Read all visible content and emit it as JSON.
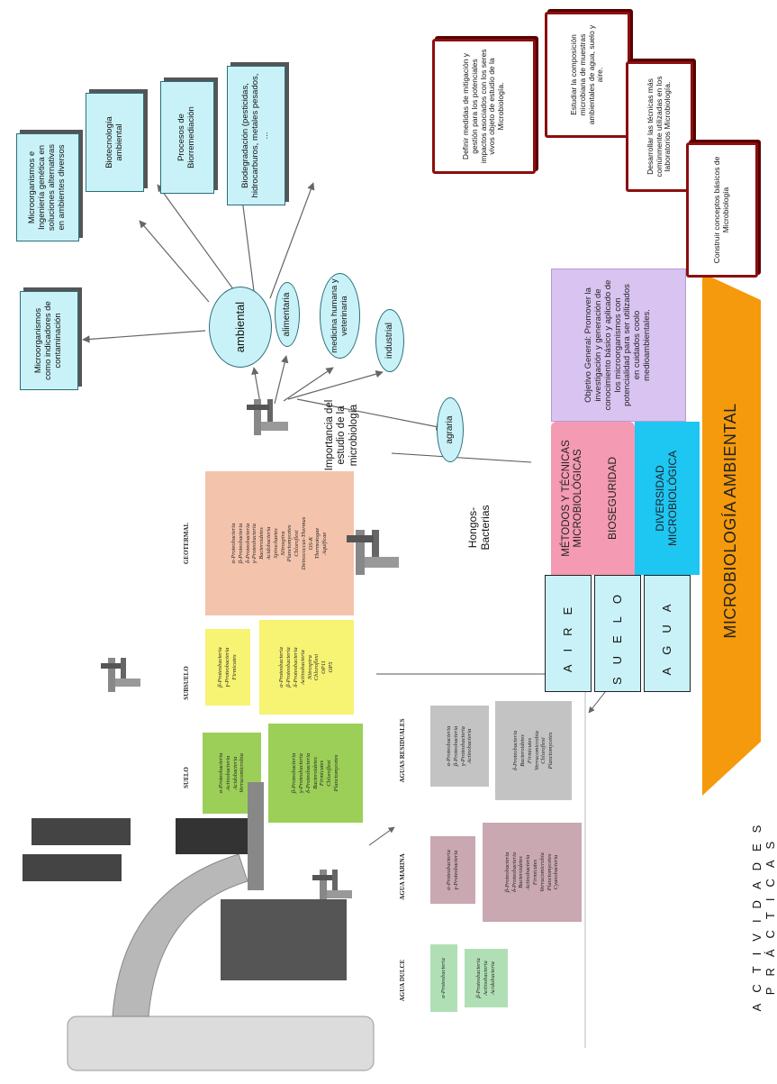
{
  "title": "MICROBIOLOGÍA AMBIENTAL",
  "center": {
    "objetivo": "Objetivo General: Promover la investigación y generación de conocimiento básico y aplicado de los microorganismos con potencialidad para ser utilizados en cuidados coolo medioambientales.",
    "metodos": "MÉTODOS Y TÉCNICAS MICROBIOLÓGICAS",
    "bioseguridad": "BIOSEGURIDAD",
    "diversidad": "DIVERSIDAD MICROBIOLÓGICA"
  },
  "objectives": [
    "Definir medidas de mitigación y gestión para los potenciales impactos asociados con los seres vivos objeto de estudio de la Microbiología.",
    "Estudiar la composición microbiana de muestras ambientales de agua, suelo y aire.",
    "Desarrollar las técnicas más comúnmente utilizadas en los laboratorios Microbiología.",
    "Construir conceptos básicos de Microbiología"
  ],
  "ambientes": [
    "AIRE",
    "SUELO",
    "AGUA"
  ],
  "importancia": "Importancia del estudio de la microbiología",
  "hongos": "Hongos-Bacterias",
  "areas": {
    "ambiental": "ambiental",
    "alimentaria": "alimentaria",
    "medicina": "medicina humana y veterinaria",
    "industrial": "industrial",
    "agraria": "agraria"
  },
  "ambiental_items": [
    "Microorganismos como indicadores de contaminación",
    "Microorganismos e Ingeniería genética en soluciones alternativas en ambientes diversos",
    "Biotecnología ambiental",
    "Procesos de Biorremediación",
    "Biodegradación (pesticidas, hidrocarburos, metales pesados, ..."
  ],
  "soil_groups": [
    {
      "header": "GEOTERMAL",
      "color": "#f3c3ac",
      "col1": [
        "α-Proteobacteria",
        "β-Proteobacteria",
        "δ-Proteobacteria",
        "γ-Proteobacteria",
        "Bacteroidetes",
        "Acidobacteria",
        "Spirochaetes",
        "Nitrospira",
        "Planctomycetes",
        "Chloroflexi",
        "Deinococcus-Thermus",
        "OS-K",
        "Thermotogae",
        "Aquificae"
      ],
      "col2": []
    },
    {
      "header": "SUBSUELO",
      "color": "#f7f373",
      "col1": [
        "β-Proteobacteria",
        "γ-Proteobacteria",
        "Firmicutes"
      ],
      "col2": [
        "α-Proteobacteria",
        "β-Proteobacteria",
        "δ-Proteobacteria",
        "Actinobacteria",
        "Nitrospira",
        "Chloroflexi",
        "OP11",
        "OP5"
      ]
    },
    {
      "header": "SUELO",
      "color": "#9ccf58",
      "col1": [
        "α-Proteobacteria",
        "Actinobacteria",
        "Acidobacteria",
        "Verrucomicrobia"
      ],
      "col2": [
        "β-Proteobacteria",
        "γ-Proteobacteria",
        "δ-Proteobacteria",
        "Bacteroidetes",
        "Firmicutes",
        "Chloroflexi",
        "Planctomycetes"
      ]
    }
  ],
  "water_groups": [
    {
      "header": "AGUAS RESIDUALES",
      "color": "#c3c3c3",
      "col1": [
        "α-Proteobacteria",
        "β-Proteobacteria",
        "γ-Proteobacteria",
        "Actinobacteria"
      ],
      "col2": [
        "δ-Proteobacteria",
        "Bacteroidetes",
        "Firmicutes",
        "Verrucomicrobia",
        "Chloroflexi",
        "Planctomycetes"
      ]
    },
    {
      "header": "AGUA MARINA",
      "color": "#c9a8b2",
      "col1": [
        "α-Proteobacteria",
        "γ-Proteobacteria"
      ],
      "col2": [
        "β-Proteobacteria",
        "δ-Proteobacteria",
        "Bacteroidetes",
        "Actinobacteria",
        "Firmicutes",
        "Verrucomicrobia",
        "Planctomycetes",
        "Cyanobacteria"
      ]
    },
    {
      "header": "AGUA DULCE",
      "color": "#b1dfb5",
      "col1": [
        "α-Proteobacteria"
      ],
      "col2": [
        "β-Proteobacteria",
        "Actinobacteria",
        "Acidobacteria"
      ]
    }
  ],
  "actividades": "ACTIVIDADES PRÁCTICAS",
  "colors": {
    "teal_fill": "#c9f2f8",
    "teal_border": "#2a6f7a",
    "pink": "#f59ab3",
    "cyan": "#1ec6f2",
    "lavender": "#d9c3f0",
    "orange": "#f59a0c",
    "book_border": "#8b0f0f"
  }
}
